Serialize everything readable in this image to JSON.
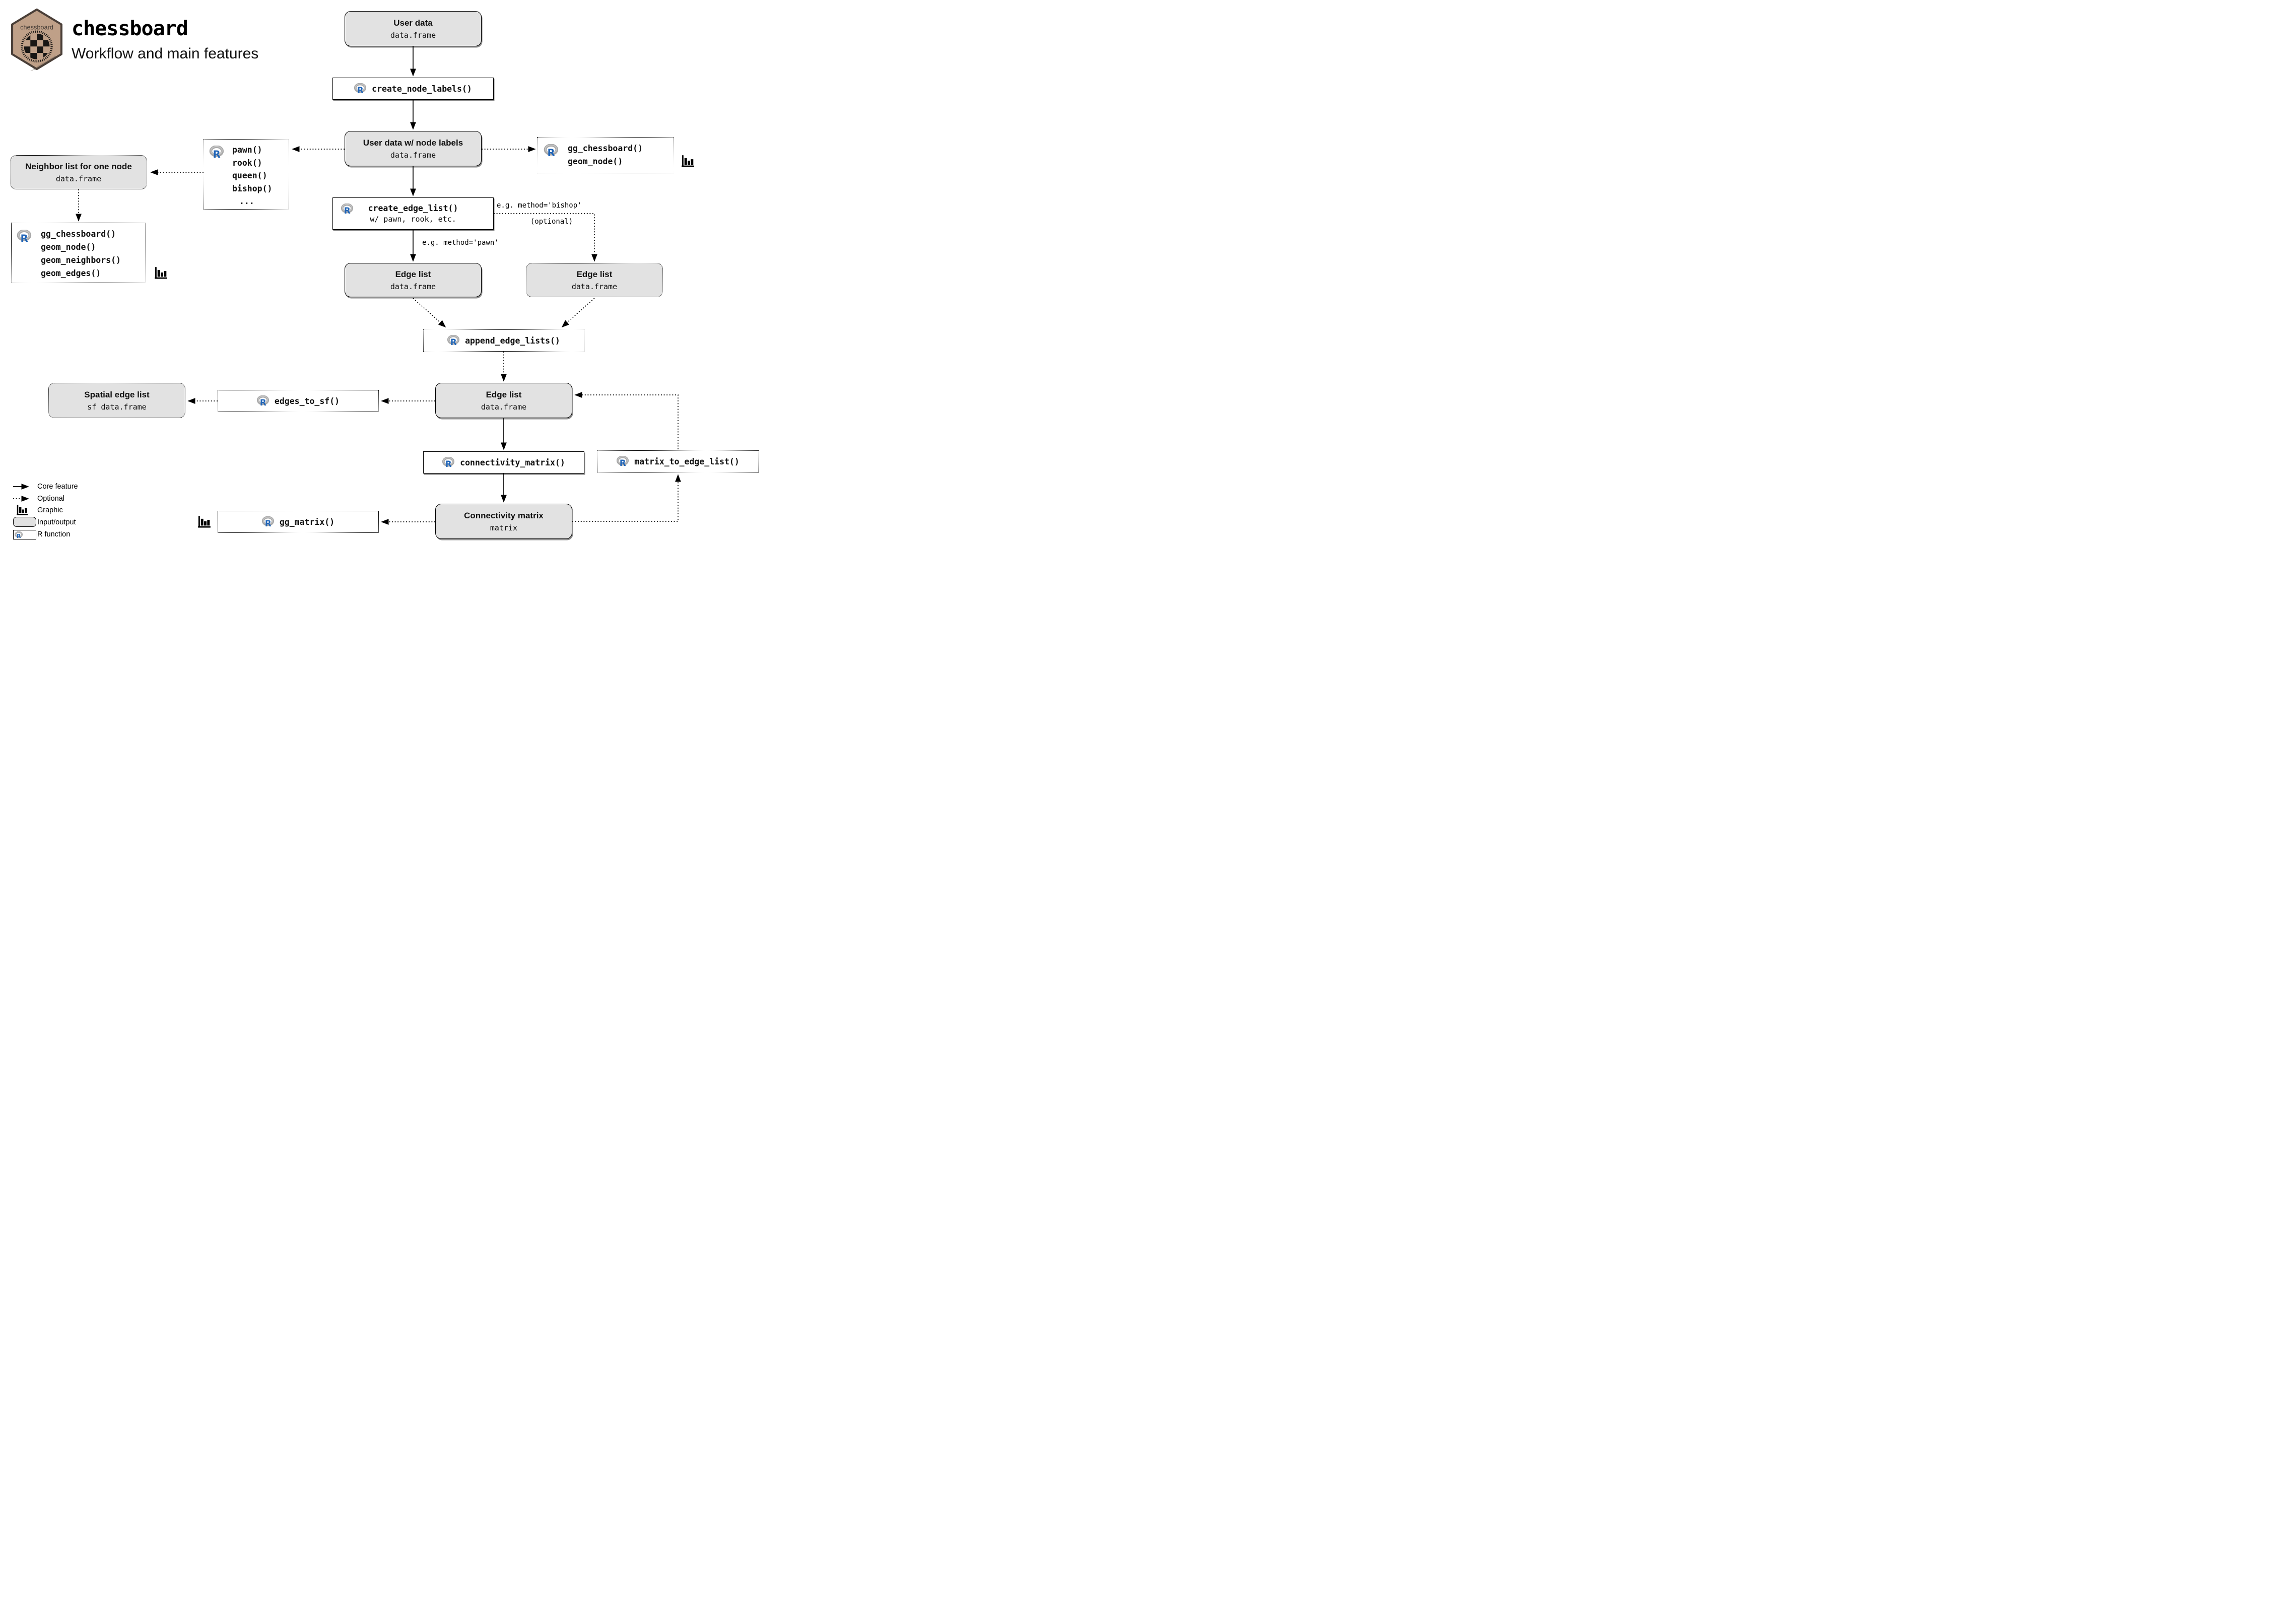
{
  "header": {
    "title": "chessboard",
    "subtitle": "Workflow and main features",
    "logo_label": "chessboard",
    "logo_url": "https://github.com/frbcesab/chessboard"
  },
  "nodes": {
    "user_data": {
      "title": "User data",
      "subtitle": "data.frame"
    },
    "create_node_labels": {
      "label": "create_node_labels()"
    },
    "user_data_labels": {
      "title": "User data w/ node labels",
      "subtitle": "data.frame"
    },
    "gg_chessboard_node": {
      "lines": [
        "gg_chessboard()",
        "geom_node()"
      ]
    },
    "pieces": {
      "lines": [
        "pawn()",
        "rook()",
        "queen()",
        "bishop()",
        "..."
      ]
    },
    "neighbor_list": {
      "title": "Neighbor list for one node",
      "subtitle": "data.frame"
    },
    "gg_group": {
      "lines": [
        "gg_chessboard()",
        "geom_node()",
        "geom_neighbors()",
        "geom_edges()"
      ]
    },
    "create_edge_list": {
      "label": "create_edge_list()",
      "sublabel": "w/ pawn, rook, etc."
    },
    "edge_list_left": {
      "title": "Edge list",
      "subtitle": "data.frame"
    },
    "edge_list_right": {
      "title": "Edge list",
      "subtitle": "data.frame"
    },
    "append_edge_lists": {
      "label": "append_edge_lists()"
    },
    "edge_list_mid": {
      "title": "Edge list",
      "subtitle": "data.frame"
    },
    "edges_to_sf": {
      "label": "edges_to_sf()"
    },
    "spatial_edge_list": {
      "title": "Spatial edge list",
      "subtitle": "sf data.frame"
    },
    "connectivity_matrix_fn": {
      "label": "connectivity_matrix()"
    },
    "matrix_to_edge_list": {
      "label": "matrix_to_edge_list()"
    },
    "connectivity_matrix": {
      "title": "Connectivity matrix",
      "subtitle": "matrix"
    },
    "gg_matrix": {
      "label": "gg_matrix()"
    }
  },
  "annotations": {
    "method_bishop": "e.g. method='bishop'",
    "optional": "(optional)",
    "method_pawn": "e.g. method='pawn'"
  },
  "legend": {
    "items": [
      {
        "label": "Core feature"
      },
      {
        "label": "Optional"
      },
      {
        "label": "Graphic"
      },
      {
        "label": "Input/output"
      },
      {
        "label": "R function"
      }
    ]
  },
  "colors": {
    "io_fill": "#e2e2e2",
    "r_blue": "#2065b8",
    "logo_tan": "#bfa088",
    "logo_border": "#4a3f38"
  }
}
